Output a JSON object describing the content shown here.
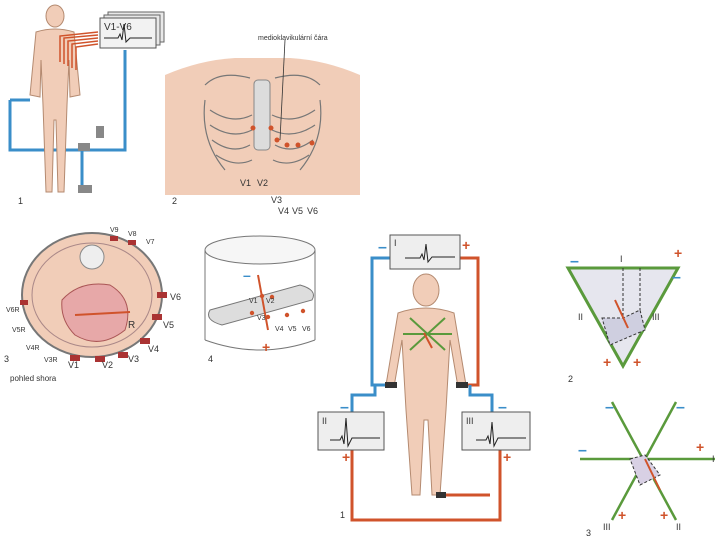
{
  "panel_top": {
    "lead_box": "V1-V6",
    "figure_numbers": [
      "1",
      "2",
      "3",
      "4"
    ],
    "midclavicular_label": "medioklavikulární čára",
    "chest_leads_row1": [
      "V1",
      "V2"
    ],
    "chest_leads_row2": [
      "V3",
      "V4",
      "V5",
      "V6"
    ],
    "cross_section_leads": [
      "V6",
      "V5",
      "V4",
      "V3",
      "V2",
      "V1",
      "V3R",
      "V4R",
      "V5R",
      "V6R",
      "V7",
      "V8",
      "V9"
    ],
    "cross_section_R": "R",
    "view_caption": "pohled shora",
    "cylinder_leads": [
      "V1",
      "V2",
      "V3",
      "V4",
      "V5",
      "V6"
    ]
  },
  "einthoven": {
    "lead_I": "I",
    "lead_II": "II",
    "lead_III": "III",
    "minus": "–",
    "plus": "+",
    "figure_numbers": [
      "1",
      "2",
      "3"
    ]
  },
  "colors": {
    "blue_wire": "#3a8ec9",
    "red_wire": "#d0532b",
    "skin": "#f1cdb8",
    "green_axis": "#5a9a3c"
  }
}
